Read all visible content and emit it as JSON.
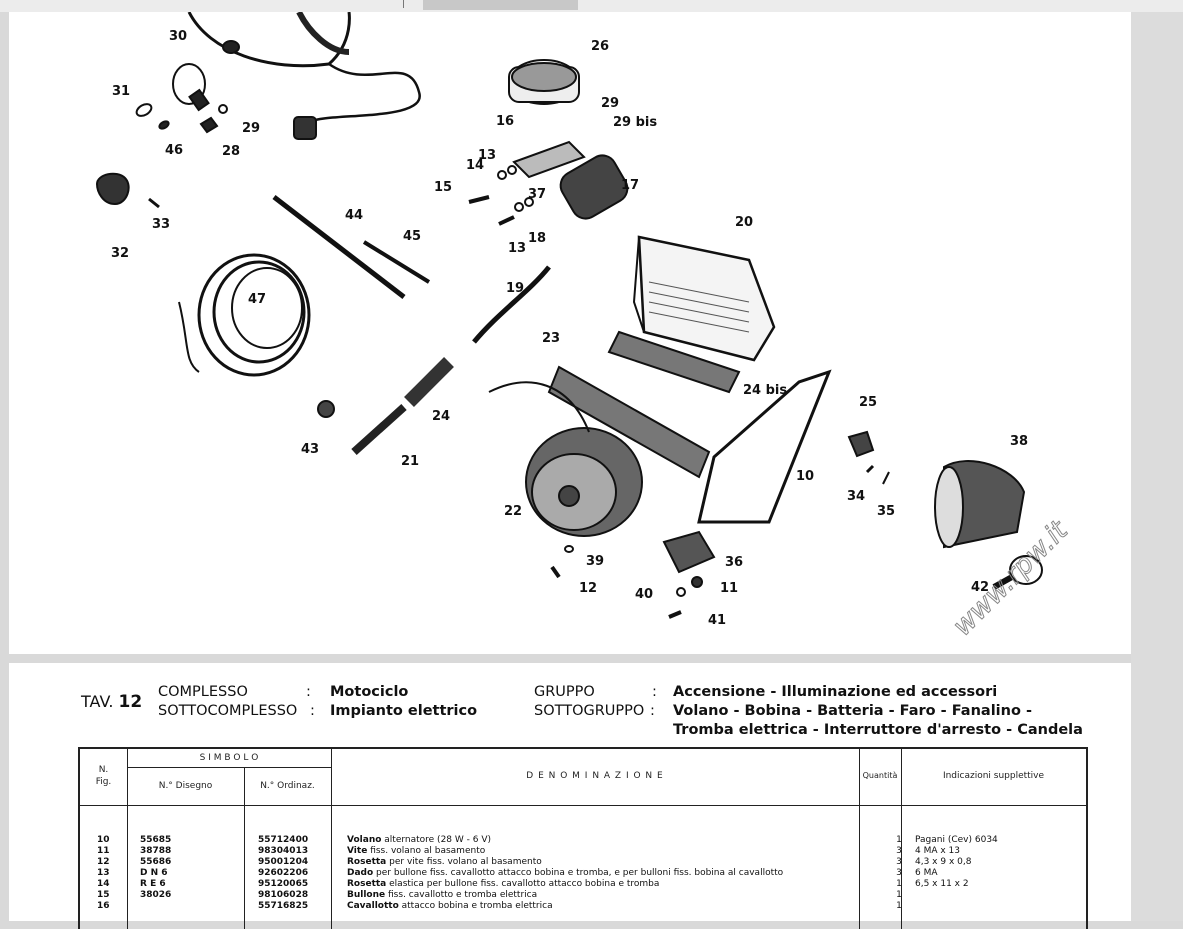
{
  "viewer": {},
  "diagram": {
    "callouts": [
      "30",
      "31",
      "29",
      "46",
      "28",
      "33",
      "32",
      "47",
      "44",
      "45",
      "43",
      "26",
      "29",
      "29 bis",
      "16",
      "13",
      "14",
      "15",
      "17",
      "18",
      "13",
      "19",
      "20",
      "23",
      "24 bis",
      "24",
      "21",
      "22",
      "10",
      "25",
      "38",
      "34",
      "35",
      "36",
      "39",
      "12",
      "11",
      "40",
      "41",
      "42",
      "37"
    ],
    "watermark": "www.rpw.it"
  },
  "header": {
    "tav_label": "TAV.",
    "tav_number": "12",
    "complesso_label": "COMPLESSO",
    "complesso_value": "Motociclo",
    "sottocomplesso_label": "SOTTOCOMPLESSO",
    "sottocomplesso_value": "Impianto elettrico",
    "gruppo_label": "GRUPPO",
    "gruppo_value": "Accensione - Illuminazione ed accessori",
    "sottogruppo_label": "SOTTOGRUPPO",
    "sottogruppo_value_1": "Volano - Bobina - Batteria - Faro - Fanalino -",
    "sottogruppo_value_2": "Tromba elettrica - Interruttore d'arresto - Candela",
    "colon": ":"
  },
  "table": {
    "headers": {
      "nfig": "N.",
      "nfig2": "Fig.",
      "simbolo": "S I M B O L O",
      "disegno": "N.° Disegno",
      "ordinaz": "N.° Ordinaz.",
      "denominazione": "D E N O M I N A Z I O N E",
      "quantita": "Quantità",
      "indicazioni": "Indicazioni supplettive"
    },
    "rows": [
      {
        "n": "10",
        "disegno": "55685",
        "ordinaz": "55712400",
        "name": "Volano",
        "desc": "alternatore  (28 W  -  6 V)",
        "qty": "1",
        "ind": "Pagani  (Cev) 6034"
      },
      {
        "n": "11",
        "disegno": "38788",
        "ordinaz": "98304013",
        "name": "Vite",
        "desc": "fiss. volano al basamento",
        "qty": "3",
        "ind": "4 MA x 13"
      },
      {
        "n": "12",
        "disegno": "55686",
        "ordinaz": "95001204",
        "name": "Rosetta",
        "desc": "per vite fiss. volano al basamento",
        "qty": "3",
        "ind": "4,3 x 9 x 0,8"
      },
      {
        "n": "13",
        "disegno": "D N 6",
        "ordinaz": "92602206",
        "name": "Dado",
        "desc": "per bullone fiss. cavallotto attacco bobina e tromba, e per bulloni fiss. bobina al cavallotto",
        "qty": "3",
        "ind": "6 MA"
      },
      {
        "n": "14",
        "disegno": "R E 6",
        "ordinaz": "95120065",
        "name": "Rosetta",
        "desc": "elastica per bullone fiss. cavallotto attacco bobina e tromba",
        "qty": "1",
        "ind": "6,5 x 11 x 2"
      },
      {
        "n": "15",
        "disegno": "38026",
        "ordinaz": "98106028",
        "name": "Bullone",
        "desc": "fiss. cavallotto e tromba elettrica",
        "qty": "1",
        "ind": ""
      },
      {
        "n": "16",
        "disegno": "",
        "ordinaz": "55716825",
        "name": "Cavallotto",
        "desc": "attacco bobina e tromba elettrica",
        "qty": "1",
        "ind": ""
      }
    ]
  }
}
